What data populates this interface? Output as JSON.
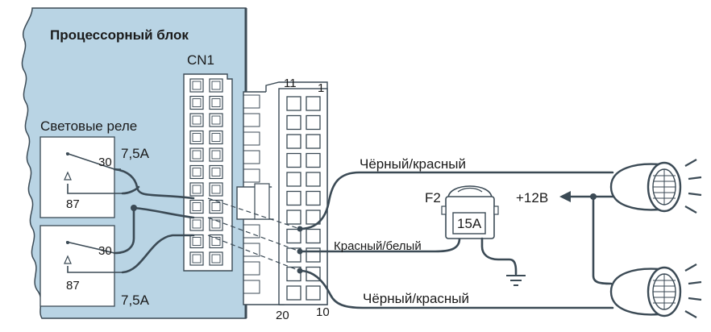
{
  "processor_block": {
    "title": "Процессорный блок"
  },
  "connector": {
    "name": "CN1",
    "pin_top_left": "11",
    "pin_top_right": "1",
    "pin_bottom_left": "20",
    "pin_bottom_right": "10"
  },
  "relays": {
    "title": "Световые реле",
    "upper": {
      "pin_30": "30",
      "pin_87": "87",
      "rating": "7,5A"
    },
    "lower": {
      "pin_30": "30",
      "pin_87": "87",
      "rating": "7,5A"
    }
  },
  "wires": {
    "upper": "Чёрный/красный",
    "middle": "Красный/белый",
    "lower": "Чёрный/красный"
  },
  "fuse": {
    "name": "F2",
    "rating": "15A"
  },
  "supply": {
    "label": "+12В"
  },
  "colors": {
    "block_fill": "#b9d4e4",
    "wire": "#3b4a55",
    "connector_fill": "#ffffff"
  }
}
